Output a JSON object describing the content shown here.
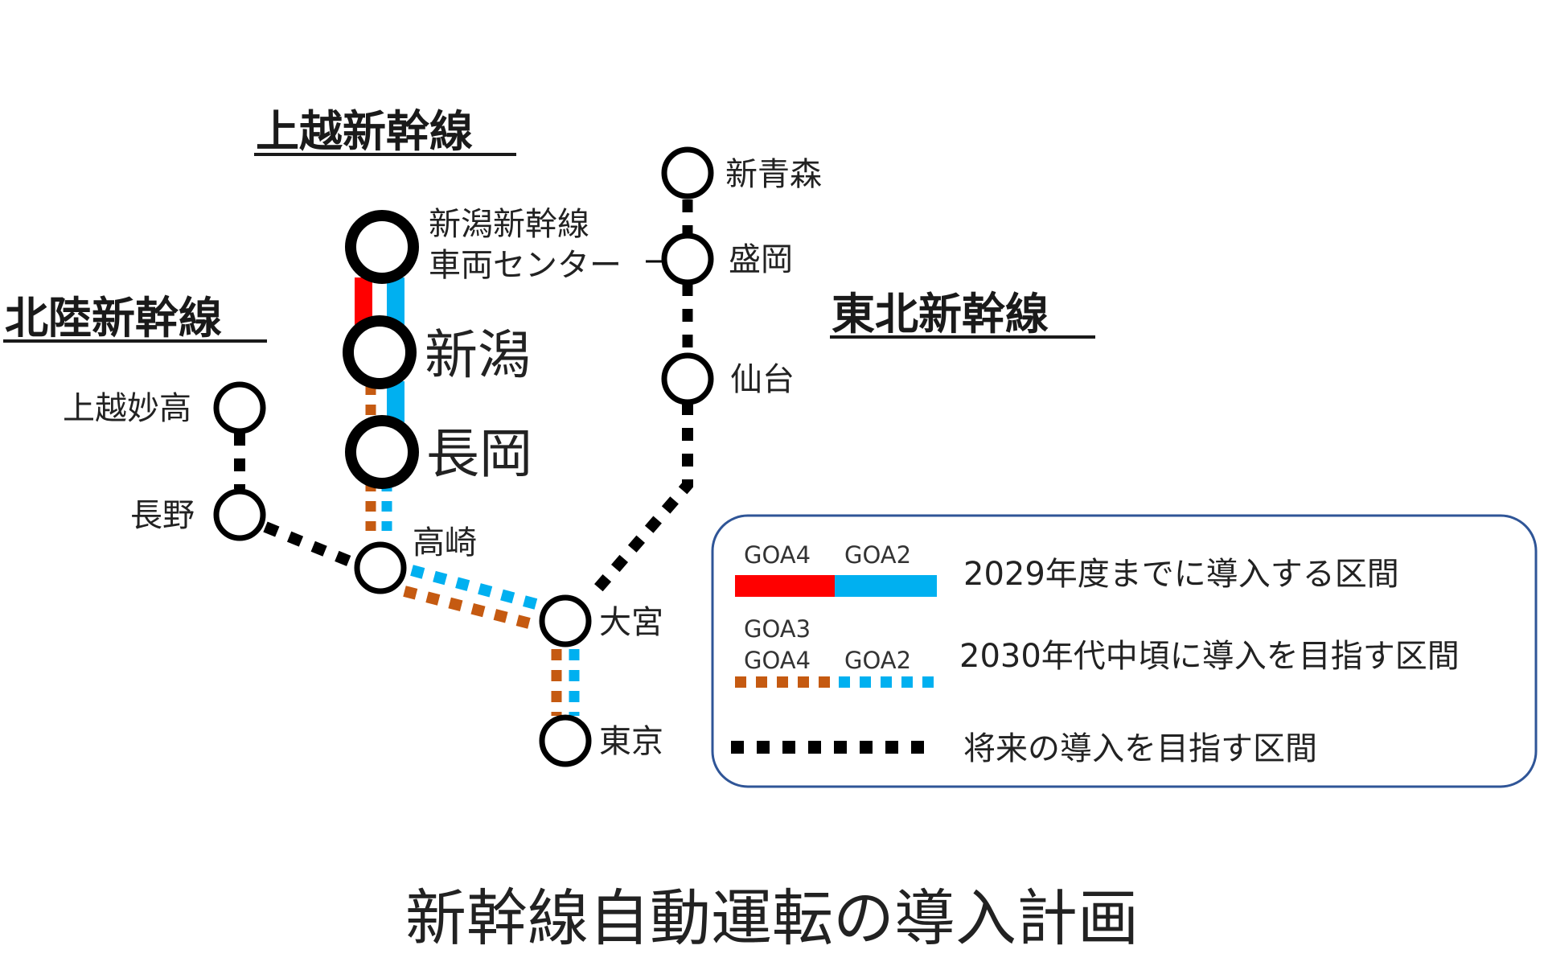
{
  "diagram": {
    "lines": {
      "joetsu": "上越新幹線",
      "hokuriku": "北陸新幹線",
      "tohoku": "東北新幹線"
    },
    "stations": {
      "shin_aomori": "新青森",
      "morioka": "盛岡",
      "sendai": "仙台",
      "depot_line1": "新潟新幹線",
      "depot_line2": "車両センター",
      "niigata": "新潟",
      "nagaoka": "長岡",
      "joetsu_myoko": "上越妙高",
      "nagano": "長野",
      "takasaki": "高崎",
      "omiya": "大宮",
      "tokyo": "東京"
    },
    "legend": {
      "row1": {
        "code_a": "GOA4",
        "code_b": "GOA2",
        "text": "2029年度までに導入する区間"
      },
      "row2": {
        "code_top": "GOA3",
        "code_a": "GOA4",
        "code_b": "GOA2",
        "text": "2030年代中頃に導入を目指す区間"
      },
      "row3": {
        "text": "将来の導入を目指す区間"
      }
    },
    "caption": "新幹線自動運転の導入計画",
    "colors": {
      "red": "#ff0000",
      "blue": "#00b0f0",
      "orange": "#c55a11",
      "black": "#000000",
      "legend_border": "#2f5597"
    }
  }
}
